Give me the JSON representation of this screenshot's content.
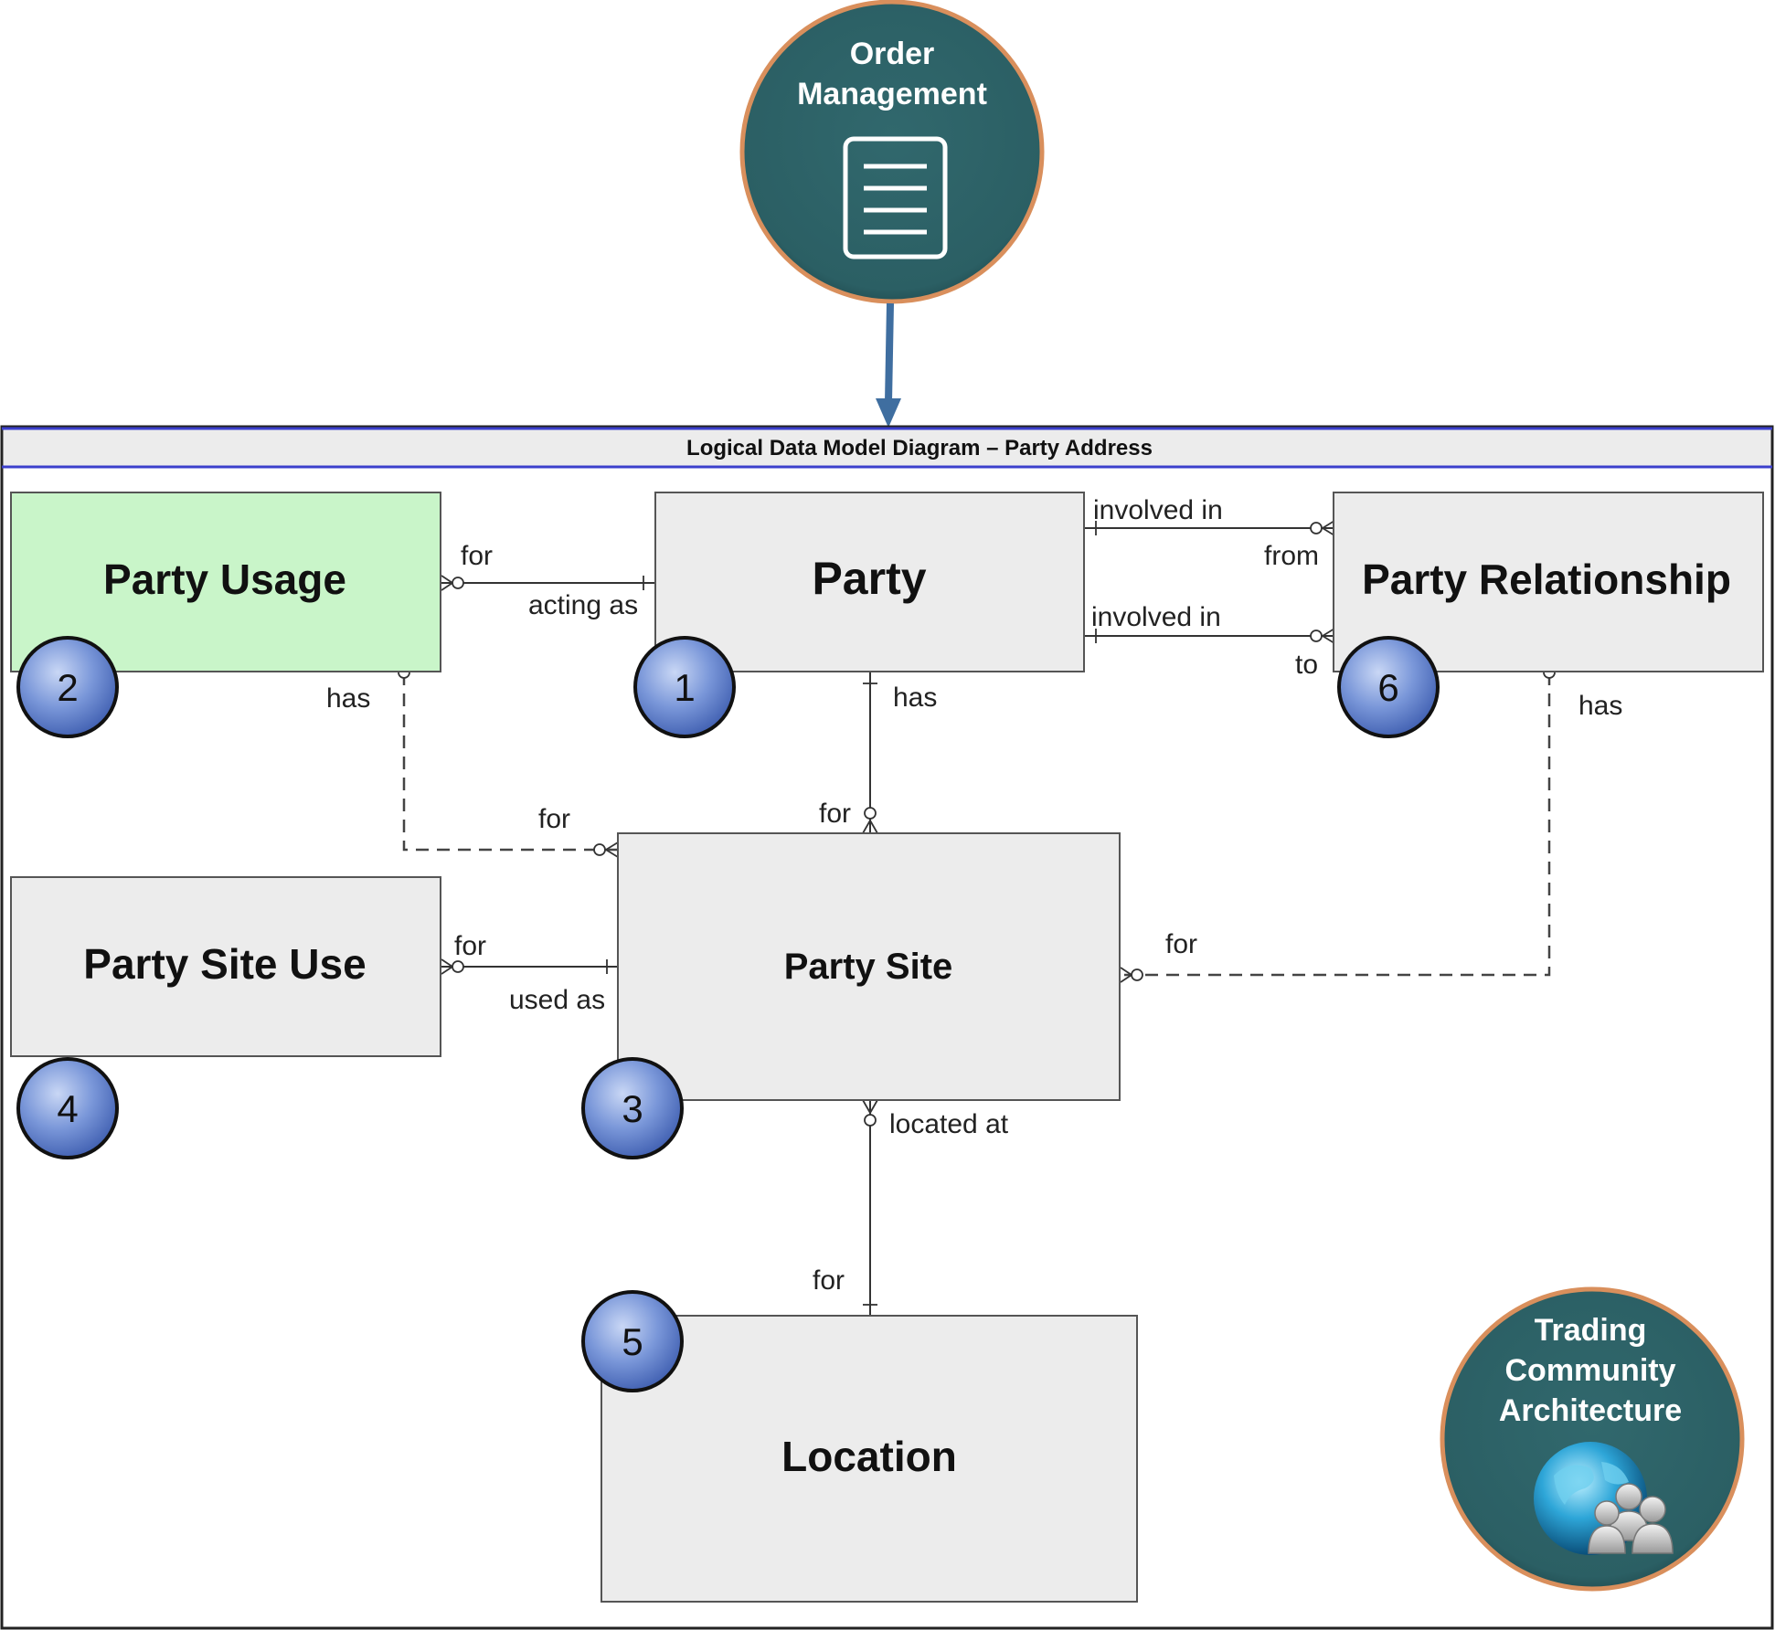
{
  "source": {
    "title_line1": "Order",
    "title_line2": "Management",
    "icon": "document-icon"
  },
  "frame": {
    "title": "Logical Data Model Diagram – Party Address"
  },
  "entities": {
    "party_usage": "Party Usage",
    "party": "Party",
    "party_relationship": "Party Relationship",
    "party_site_use": "Party Site Use",
    "party_site": "Party Site",
    "location": "Location"
  },
  "badges": {
    "party": "1",
    "party_usage": "2",
    "party_site": "3",
    "party_site_use": "4",
    "location": "5",
    "party_relationship": "6"
  },
  "relationships": {
    "usage_party_for": "for",
    "usage_party_acting_as": "acting as",
    "party_rel_involved_in_1": "involved in",
    "party_rel_from": "from",
    "party_rel_involved_in_2": "involved in",
    "party_rel_to": "to",
    "usage_has": "has",
    "party_has": "has",
    "relationship_has": "has",
    "usage_site_for": "for",
    "party_site_for": "for",
    "site_use_for": "for",
    "site_use_used_as": "used as",
    "relationship_site_for": "for",
    "site_located_at": "located at",
    "location_for": "for"
  },
  "tca": {
    "line1": "Trading",
    "line2": "Community",
    "line3": "Architecture",
    "icon": "globe-people-icon"
  },
  "colors": {
    "teal": "#2e6469",
    "orange_border": "#d98f5c",
    "entity_fill": "#ececec",
    "party_usage_fill": "#c9f5c9",
    "badge_fill": "#6f8fd6",
    "frame_blue": "#3b3fcc",
    "arrow_blue": "#3f6ea0"
  }
}
